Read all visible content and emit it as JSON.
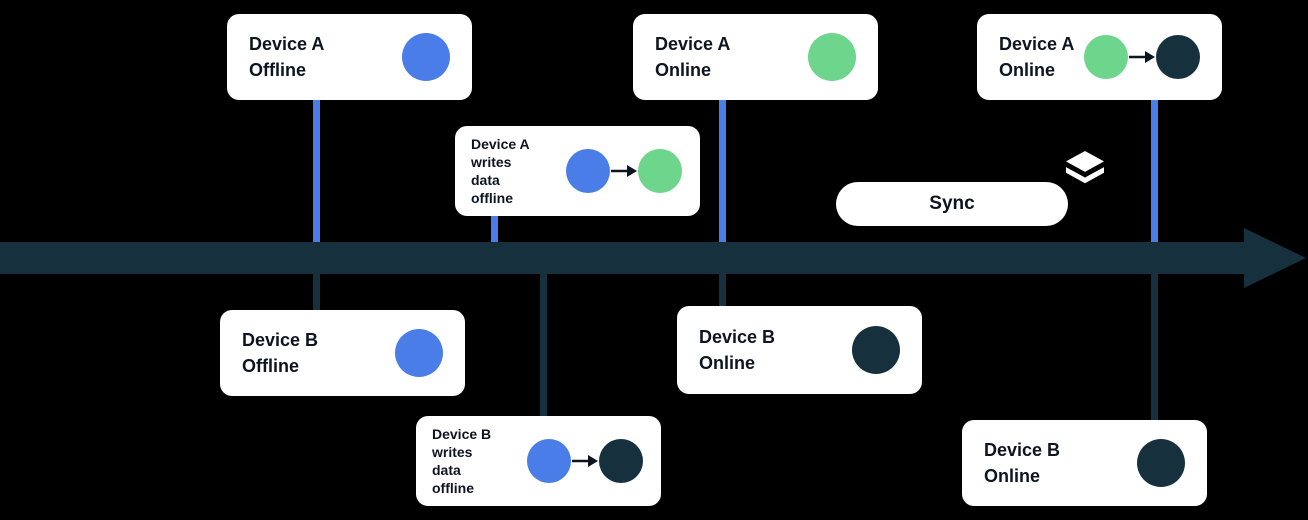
{
  "colors": {
    "background": "#000000",
    "blue": "#4A7DE8",
    "green": "#6DD58C",
    "dark": "#16303E",
    "card_bg": "#FFFFFF",
    "text": "#0E1420",
    "connector_arrow": "#0E1420",
    "icon_white": "#FFFFFF"
  },
  "cards": [
    {
      "id": "device-a-offline",
      "lines": [
        "Device A",
        "Offline"
      ],
      "dots": [
        "blue"
      ]
    },
    {
      "id": "device-a-writes-data",
      "lines": [
        "Device A",
        "writes",
        "data",
        "offline"
      ],
      "dots": [
        "blue",
        "arrow-right",
        "green"
      ]
    },
    {
      "id": "device-a-online-sync",
      "lines": [
        "Device A",
        "Online"
      ],
      "dots": [
        "green"
      ]
    },
    {
      "id": "device-a-online-after",
      "lines": [
        "Device A",
        "Online"
      ],
      "dots": [
        "green",
        "arrow-right",
        "dark"
      ]
    },
    {
      "id": "device-b-offline",
      "lines": [
        "Device B",
        "Offline"
      ],
      "dots": [
        "blue"
      ]
    },
    {
      "id": "device-b-writes-data",
      "lines": [
        "Device B",
        "writes",
        "data",
        "offline"
      ],
      "dots": [
        "blue",
        "arrow-right",
        "dark"
      ]
    },
    {
      "id": "device-b-online-sync",
      "lines": [
        "Device B",
        "Online"
      ],
      "dots": [
        "dark"
      ]
    },
    {
      "id": "device-b-online-after",
      "lines": [
        "Device B",
        "Online"
      ],
      "dots": [
        "dark"
      ]
    }
  ],
  "sync": {
    "label": "Sync",
    "icon": "layers-icon"
  }
}
